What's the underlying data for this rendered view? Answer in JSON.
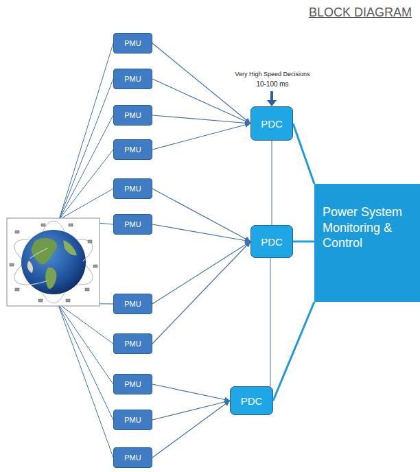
{
  "diagram": {
    "title": "BLOCK DIAGRAM",
    "nodes": [
      {
        "text": [
          "PMU"
        ]
      },
      {
        "text": [
          "PMU"
        ]
      },
      {
        "text": [
          "PMU"
        ]
      },
      {
        "text": [
          "PMU"
        ]
      },
      {
        "text": [
          "PMU"
        ]
      },
      {
        "text": [
          "PMU"
        ]
      },
      {
        "text": [
          "PMU"
        ]
      },
      {
        "text": [
          "PMU"
        ]
      },
      {
        "text": [
          "PMU"
        ]
      },
      {
        "text": [
          "PMU"
        ]
      },
      {
        "text": [
          "PMU"
        ]
      },
      {
        "text": [
          "PDC"
        ]
      },
      {
        "text": [
          "PDC"
        ]
      },
      {
        "text": [
          "PDC"
        ]
      },
      {
        "text": [
          "Power System Monitoring & Control"
        ]
      }
    ],
    "edges": [
      {
        "from": 0,
        "to": 11,
        "arrow": "to"
      },
      {
        "from": 1,
        "to": 11,
        "arrow": "to"
      },
      {
        "from": 2,
        "to": 11,
        "arrow": "to"
      },
      {
        "from": 3,
        "to": 11,
        "arrow": "to"
      },
      {
        "from": 4,
        "to": 12,
        "arrow": "to"
      },
      {
        "from": 5,
        "to": 12,
        "arrow": "to"
      },
      {
        "from": 6,
        "to": 12,
        "arrow": "to"
      },
      {
        "from": 7,
        "to": 12,
        "arrow": "to"
      },
      {
        "from": 8,
        "to": 13,
        "arrow": "to"
      },
      {
        "from": 9,
        "to": 13,
        "arrow": "to"
      },
      {
        "from": 10,
        "to": 13,
        "arrow": "to"
      },
      {
        "from": 11,
        "to": 12,
        "arrow": "none"
      },
      {
        "from": 12,
        "to": 13,
        "arrow": "none"
      },
      {
        "from": 11,
        "to": 14,
        "arrow": "none"
      },
      {
        "from": 12,
        "to": 14,
        "arrow": "none"
      },
      {
        "from": 13,
        "to": 14,
        "arrow": "none"
      }
    ],
    "labels": [
      "Very High Speed Decisions",
      "10-100 ms"
    ]
  }
}
